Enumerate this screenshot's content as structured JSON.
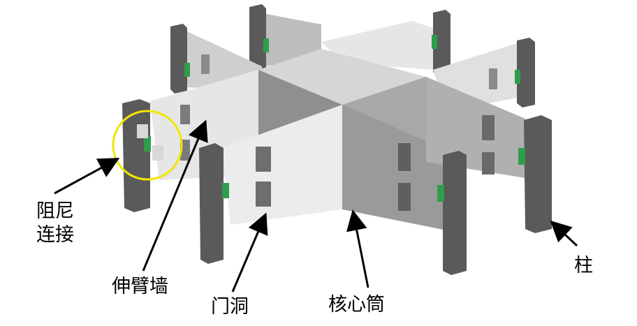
{
  "labels": {
    "damper_line1": "阻尼",
    "damper_line2": "连接",
    "outrigger_wall": "伸臂墙",
    "door_opening": "门洞",
    "core_tube": "核心筒",
    "column": "柱"
  },
  "colors": {
    "column": "#5a5a5a",
    "wall_light": "#e6e6e6",
    "wall_mid": "#bdbdbd",
    "wall_dark": "#8f8f8f",
    "damper": "#2e9e4a",
    "highlight_circle": "#f2e600",
    "arrow": "#000000"
  }
}
